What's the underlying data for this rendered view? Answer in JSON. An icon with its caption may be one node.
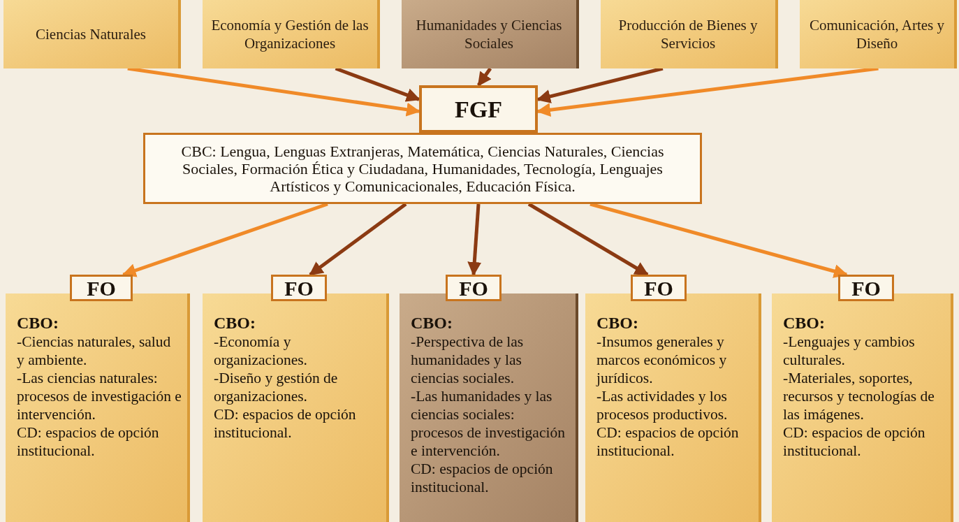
{
  "diagram": {
    "nodes": [
      {
        "text": [
          "Ciencias Naturales"
        ]
      },
      {
        "text": [
          "Economía y Gestión de las Organizaciones"
        ]
      },
      {
        "text": [
          "Humanidades y Ciencias Sociales"
        ]
      },
      {
        "text": [
          "Producción de Bienes y Servicios"
        ]
      },
      {
        "text": [
          "Comunicación, Artes y Diseño"
        ]
      },
      {
        "text": [
          "FGF"
        ]
      },
      {
        "text": [
          "CBC: Lengua, Lenguas Extranjeras, Matemática, Ciencias Naturales, Ciencias Sociales, Formación Ética y Ciudadana, Humanidades, Tecnología, Lenguajes Artísticos y Comunicacionales, Educación Física."
        ]
      },
      {
        "text": [
          "FO"
        ]
      },
      {
        "text": [
          "CBO:",
          "-Ciencias naturales, salud y ambiente.",
          "-Las ciencias naturales: procesos de investigación e intervención.",
          "CD: espacios de opción institucional."
        ]
      },
      {
        "text": [
          "FO"
        ]
      },
      {
        "text": [
          "CBO:",
          "-Economía y organizaciones.",
          "-Diseño y gestión de organizaciones.",
          "CD: espacios de opción institucional."
        ]
      },
      {
        "text": [
          "FO"
        ]
      },
      {
        "text": [
          "CBO:",
          "-Perspectiva de las humanidades y las ciencias sociales.",
          "-Las humanidades y las ciencias sociales: procesos de investigación e intervención.",
          "CD: espacios de opción institucional."
        ]
      },
      {
        "text": [
          "FO"
        ]
      },
      {
        "text": [
          "CBO:",
          "-Insumos generales y marcos económicos y jurídicos.",
          "-Las actividades y los procesos productivos.",
          "CD: espacios de opción institucional."
        ]
      },
      {
        "text": [
          "FO"
        ]
      },
      {
        "text": [
          "CBO:",
          "-Lenguajes y cambios culturales.",
          "-Materiales, soportes, recursos y tecnologías de las imágenes.",
          "CD: espacios de opción institucional."
        ]
      }
    ],
    "edges": [
      {
        "from": 0,
        "to": 5,
        "arrow": "to",
        "color": "#f08a28"
      },
      {
        "from": 1,
        "to": 5,
        "arrow": "to"
      },
      {
        "from": 2,
        "to": 5,
        "arrow": "to"
      },
      {
        "from": 3,
        "to": 5,
        "arrow": "to"
      },
      {
        "from": 4,
        "to": 5,
        "arrow": "to",
        "color": "#f08a28"
      },
      {
        "from": 6,
        "to": 7,
        "arrow": "to",
        "color": "#f08a28"
      },
      {
        "from": 6,
        "to": 9,
        "arrow": "to"
      },
      {
        "from": 6,
        "to": 11,
        "arrow": "to"
      },
      {
        "from": 6,
        "to": 13,
        "arrow": "to"
      },
      {
        "from": 6,
        "to": 15,
        "arrow": "to",
        "color": "#f08a28"
      }
    ]
  }
}
